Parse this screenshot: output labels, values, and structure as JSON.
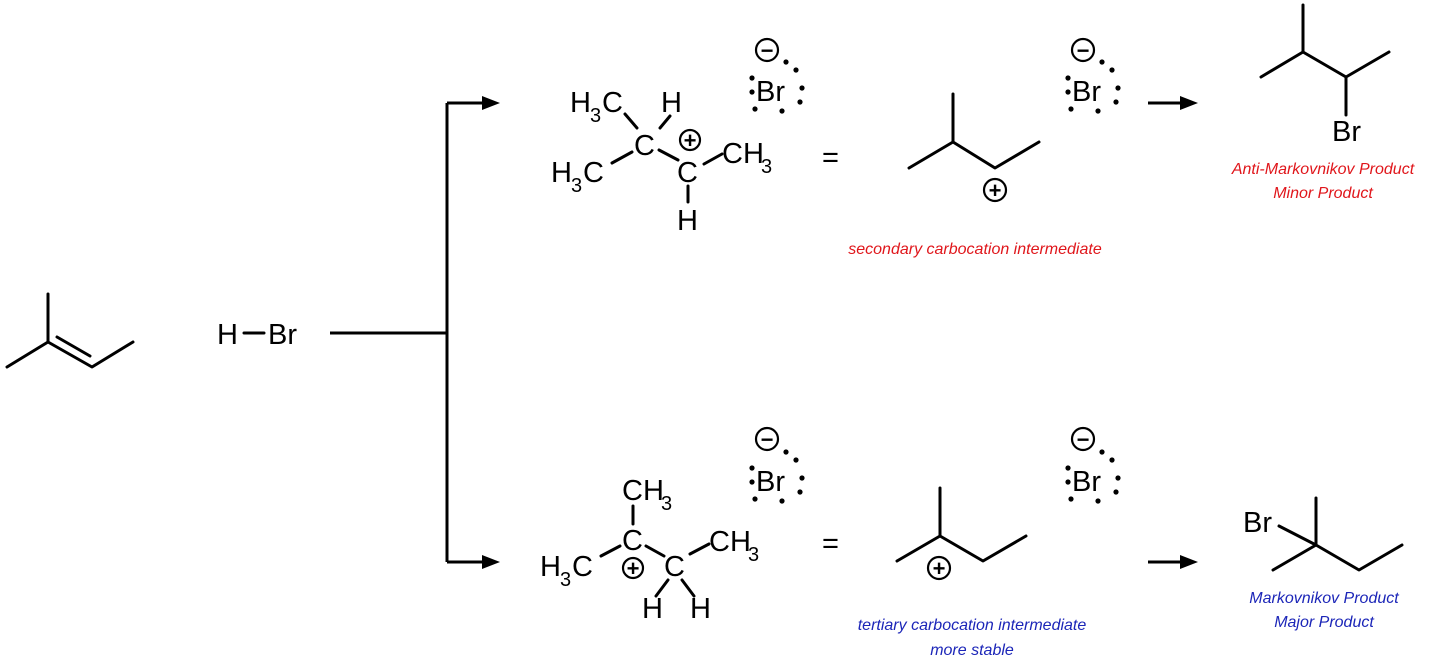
{
  "reagent": {
    "H": "H",
    "Br": "Br"
  },
  "atoms": {
    "C": "C",
    "H": "H",
    "Br": "Br",
    "H3C_main": "H",
    "H3C_sub": "3",
    "H3C_end": "C",
    "CH3_main": "CH",
    "CH3_sub": "3"
  },
  "symbols": {
    "equals": "=",
    "plus": "+",
    "minus": "−"
  },
  "top_path": {
    "intermediate_caption": "secondary carbocation intermediate",
    "product_caption_line1": "Anti-Markovnikov Product",
    "product_caption_line2": "Minor Product",
    "caption_color": "#e0161b"
  },
  "bottom_path": {
    "intermediate_caption_line1": "tertiary carbocation intermediate",
    "intermediate_caption_line2": "more stable",
    "product_caption_line1": "Markovnikov Product",
    "product_caption_line2": "Major Product",
    "caption_color": "#1c26b8"
  }
}
